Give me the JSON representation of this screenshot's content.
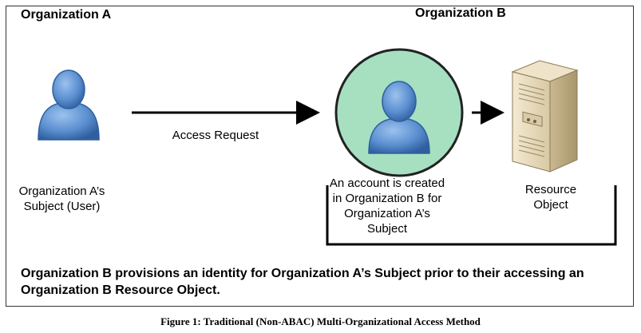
{
  "org_a": {
    "title": "Organization A",
    "subject_label_line1": "Organization A’s",
    "subject_label_line2": "Subject (User)"
  },
  "org_b": {
    "title": "Organization B",
    "account_label_lines": [
      "An account is created",
      "in Organization B for",
      "Organization A’s",
      "Subject"
    ],
    "resource_label_lines": [
      "Resource",
      "Object"
    ]
  },
  "arrow_label": "Access Request",
  "statement": "Organization B provisions an identity for Organization A’s Subject prior to their accessing an Organization B Resource Object.",
  "caption": "Figure 1: Traditional (Non-ABAC) Multi-Organizational Access Method",
  "colors": {
    "person_blue": "#5b8fd1",
    "circle_fill": "#a6e0c1",
    "circle_stroke": "#222222",
    "server_beige": "#e8dcc0"
  }
}
